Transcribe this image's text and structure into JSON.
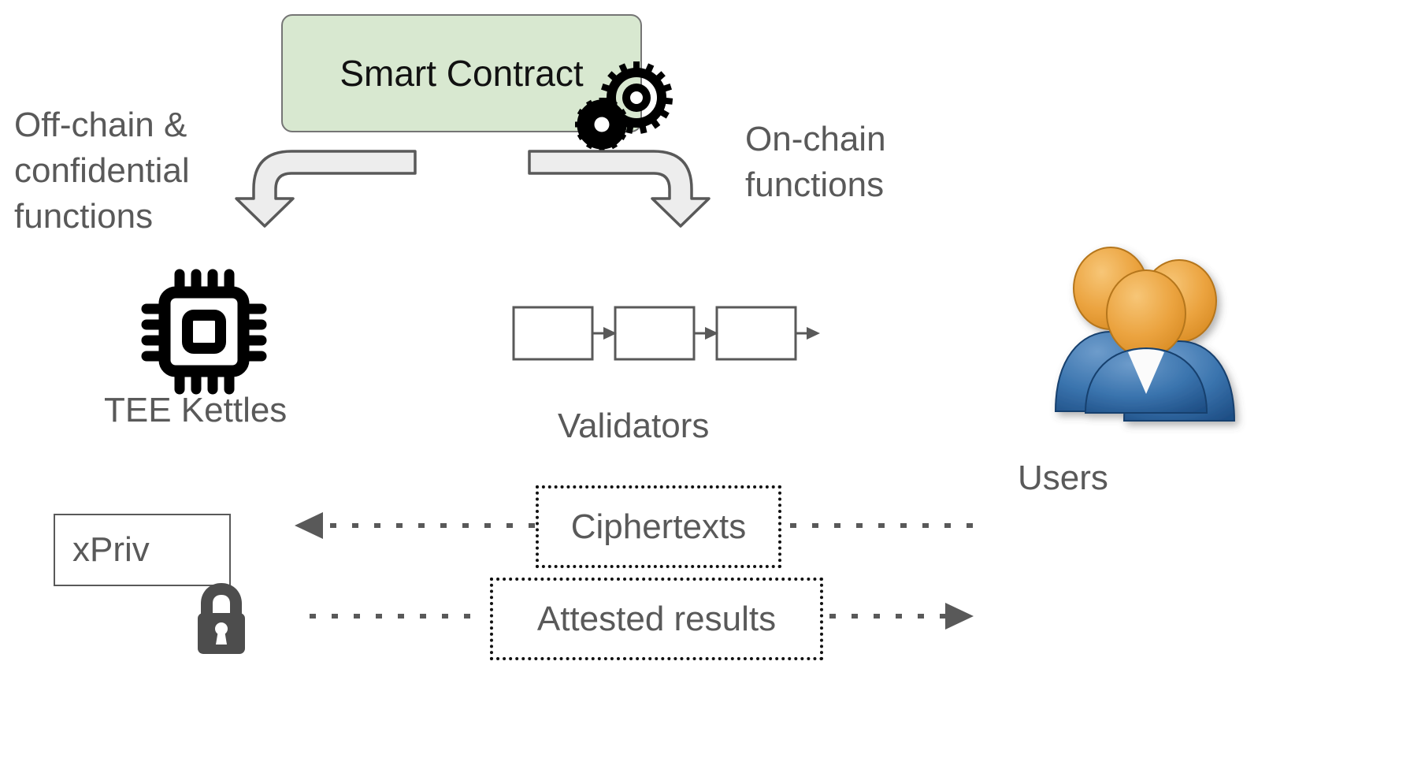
{
  "diagram": {
    "title": "SUAVE-style confidential smart contract architecture",
    "background_color": "#ffffff",
    "text_color": "#595959",
    "accent_green": "#d8e8d0",
    "border_gray": "#757575",
    "nodes": {
      "smart_contract": {
        "label": "Smart Contract",
        "fill": "#d8e8d0",
        "stroke": "#757575",
        "icon": "gears-icon"
      },
      "tee_kettles": {
        "label": "TEE Kettles",
        "icon": "cpu-chip-icon"
      },
      "validators": {
        "label": "Validators",
        "icon": "blockchain-icon",
        "block_count": 3
      },
      "users": {
        "label": "Users",
        "icon": "users-group-icon",
        "head_color": "#e8a33d",
        "body_color": "#2e6cab"
      },
      "xpriv": {
        "label": "xPriv",
        "icon": "padlock-icon",
        "stroke": "#595959"
      }
    },
    "edge_labels": {
      "off_chain": "Off-chain &\nconfidential\nfunctions",
      "on_chain": "On-chain\nfunctions",
      "ciphertexts": "Ciphertexts",
      "attested_results": "Attested results"
    },
    "arrows": [
      {
        "name": "smart-contract-to-tee",
        "style": "block-curved",
        "direction": "down-left",
        "fill": "#ededed",
        "stroke": "#595959"
      },
      {
        "name": "smart-contract-to-validators",
        "style": "block-curved",
        "direction": "down-right",
        "fill": "#ededed",
        "stroke": "#595959"
      },
      {
        "name": "ciphertexts-to-xpriv",
        "style": "dotted",
        "direction": "left",
        "color": "#595959"
      },
      {
        "name": "users-to-ciphertexts",
        "style": "dotted",
        "direction": "left",
        "color": "#595959"
      },
      {
        "name": "xpriv-to-attested",
        "style": "dotted",
        "direction": "right",
        "color": "#595959"
      },
      {
        "name": "attested-to-users",
        "style": "dotted",
        "direction": "right",
        "color": "#595959"
      }
    ]
  }
}
